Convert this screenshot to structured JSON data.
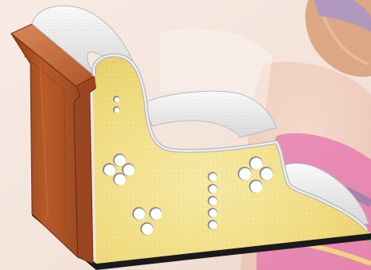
{
  "image": {
    "subject": "spa-step-cross-section",
    "palette": {
      "background": "#f3e6df",
      "background_warm": "#f6d9cd",
      "wood_face": "#b85a2a",
      "wood_dark": "#7a3414",
      "wood_light": "#d47a45",
      "foam_core": "#f1e08a",
      "foam_shadow": "#d9bf55",
      "vinyl_top": "#f2f2f2",
      "vinyl_edge": "#b9b9b9",
      "base": "#1a1a1a",
      "hole": "#ffffff",
      "hole_shadow": "#8a8a8a",
      "hair": "#c9773f",
      "swimsuit_pink": "#e2479b",
      "swimsuit_purple": "#6e3a8f",
      "swimsuit_green": "#3f9a4a"
    },
    "hole_groups": [
      {
        "name": "top-pair",
        "count": 2
      },
      {
        "name": "left-cluster",
        "count": 4
      },
      {
        "name": "bottom-cluster",
        "count": 3
      },
      {
        "name": "vertical-column",
        "count": 5
      },
      {
        "name": "right-cluster",
        "count": 4
      }
    ]
  }
}
